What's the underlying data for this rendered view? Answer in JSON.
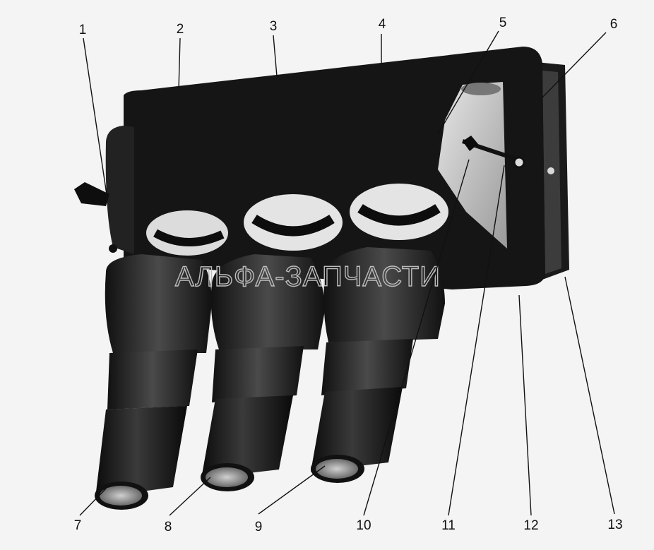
{
  "watermark": "АЛЬФА-ЗАПЧАСТИ",
  "callouts": [
    {
      "id": "1",
      "label": "1"
    },
    {
      "id": "2",
      "label": "2"
    },
    {
      "id": "3",
      "label": "3"
    },
    {
      "id": "4",
      "label": "4"
    },
    {
      "id": "5",
      "label": "5"
    },
    {
      "id": "6",
      "label": "6"
    },
    {
      "id": "7",
      "label": "7"
    },
    {
      "id": "8",
      "label": "8"
    },
    {
      "id": "9",
      "label": "9"
    },
    {
      "id": "10",
      "label": "10"
    },
    {
      "id": "11",
      "label": "11"
    },
    {
      "id": "12",
      "label": "12"
    },
    {
      "id": "13",
      "label": "13"
    }
  ]
}
